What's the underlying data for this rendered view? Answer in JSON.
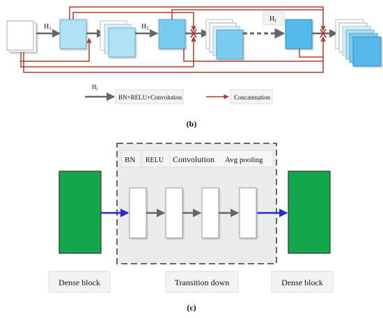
{
  "panel_b": {
    "caption": "(b)",
    "layer_labels": {
      "h1": "H",
      "h1_sub": "1",
      "h2": "H",
      "h2_sub": "2",
      "hl": "H",
      "hl_sub": "l"
    },
    "legend": {
      "hl": "H",
      "hl_sub": "l",
      "gray_arrow_label": "BN+RELU+Convolution",
      "red_arrow_label": "Concatenation"
    }
  },
  "panel_c": {
    "caption": "(c)",
    "layer_labels": [
      "BN",
      "RELU",
      "Convolution",
      "Avg pooling"
    ],
    "bottom_labels": {
      "left": "Dense block",
      "middle": "Transition down",
      "right": "Dense block"
    }
  },
  "colors": {
    "concat_red": "#b03a2e",
    "gray_arrow": "#666666",
    "blue_arrow": "#1f2ad4",
    "dense_green": "#11a64a",
    "feature_blue_light": "#aee1f5",
    "feature_blue_mid": "#7ccbf0",
    "feature_blue_dark": "#55b8ea"
  }
}
